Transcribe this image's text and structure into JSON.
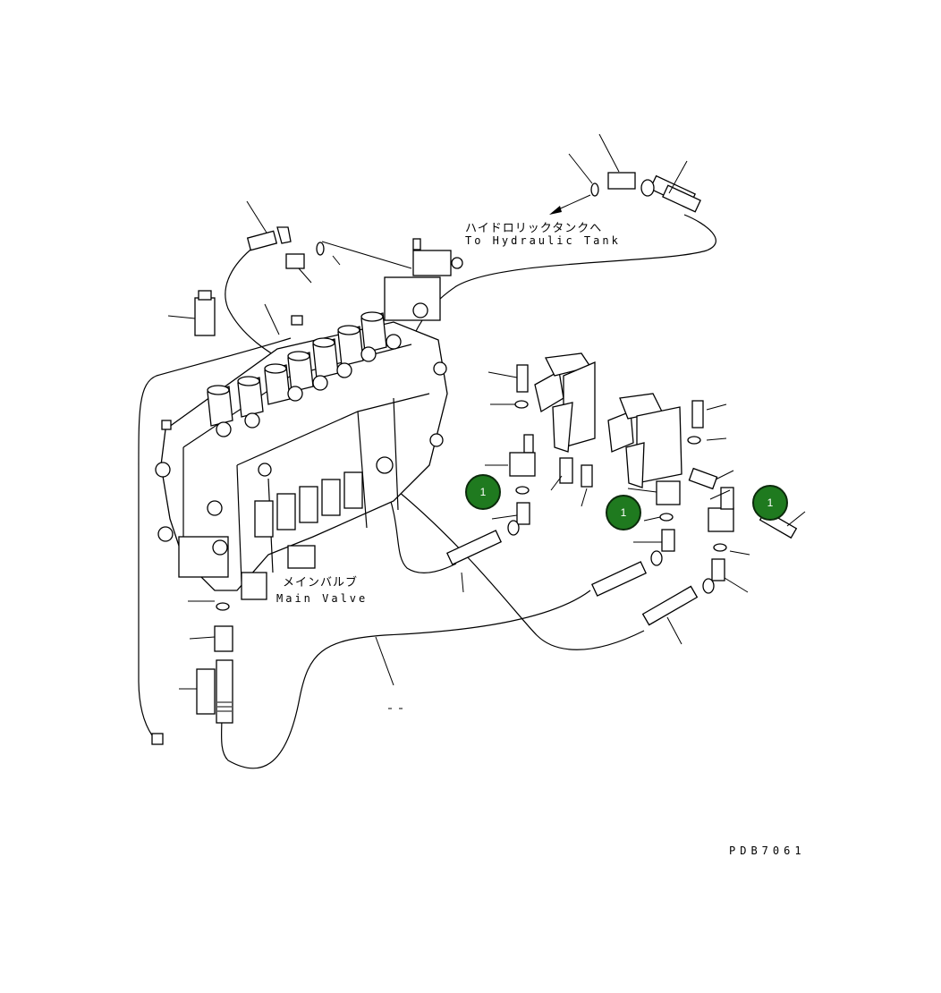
{
  "labels": {
    "tank_jp": "ハイドロリックタンクへ",
    "tank_en": "To Hydraulic Tank",
    "main_valve_jp": "メインバルブ",
    "main_valve_en": "Main Valve",
    "drawing_no": "PDB7061"
  },
  "callouts": [
    "1",
    "1",
    "1"
  ],
  "colors": {
    "callout_fill": "#1f7a1f",
    "line": "#000000",
    "background": "#ffffff"
  }
}
